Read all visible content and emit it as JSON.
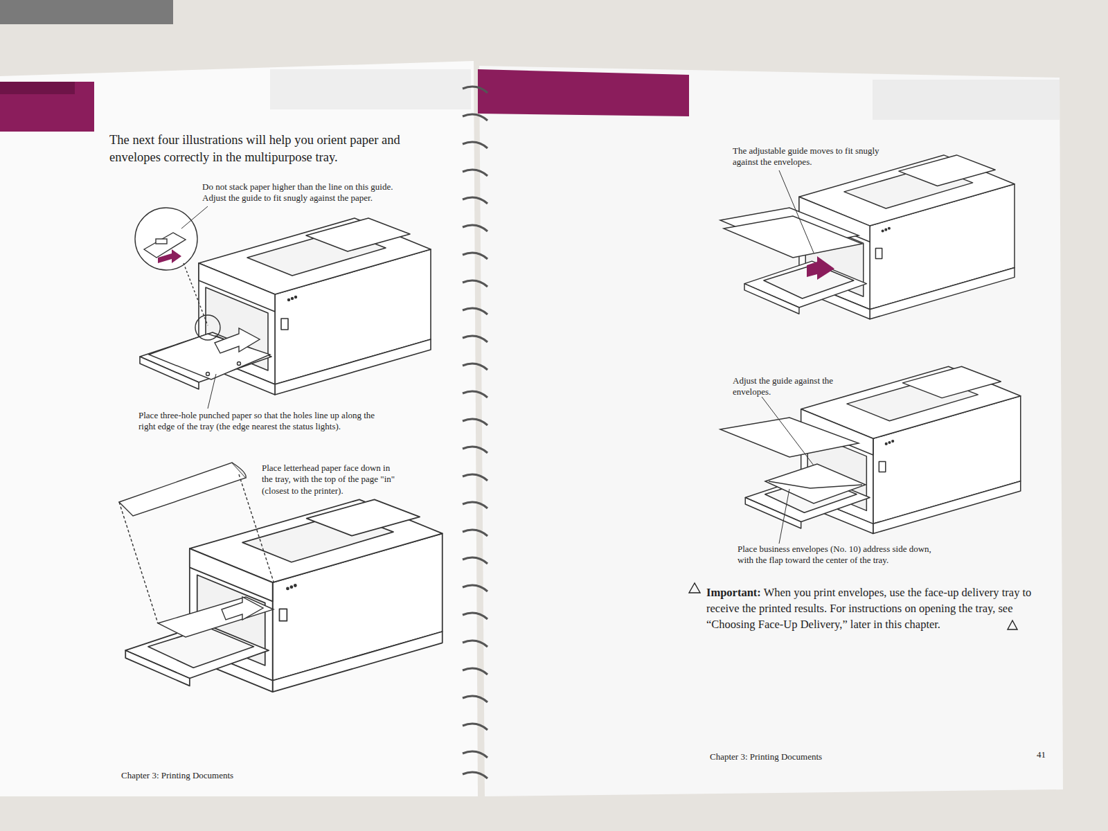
{
  "diagram": {
    "labels": [
      "The next four illustrations will help you orient paper and envelopes correctly in the multipurpose tray.",
      "Do not stack paper higher than the line on this guide. Adjust the guide to fit snugly against the paper.",
      "Place three-hole punched paper so that the holes line up along the right edge of the tray (the edge nearest the status lights).",
      "Place letterhead paper face down in the tray, with the top of the page \"in\" (closest to the printer).",
      "Chapter 3: Printing Documents",
      "The adjustable guide moves to fit snugly against the envelopes.",
      "Adjust the guide against the envelopes.",
      "Place business envelopes (No. 10) address side down, with the flap toward the center of the tray.",
      "Important:",
      "When you print envelopes, use the face-up delivery tray to receive the printed results. For instructions on opening the tray, see “Choosing Face-Up Delivery,” later in this chapter.",
      "Chapter 3: Printing Documents",
      "41"
    ]
  }
}
